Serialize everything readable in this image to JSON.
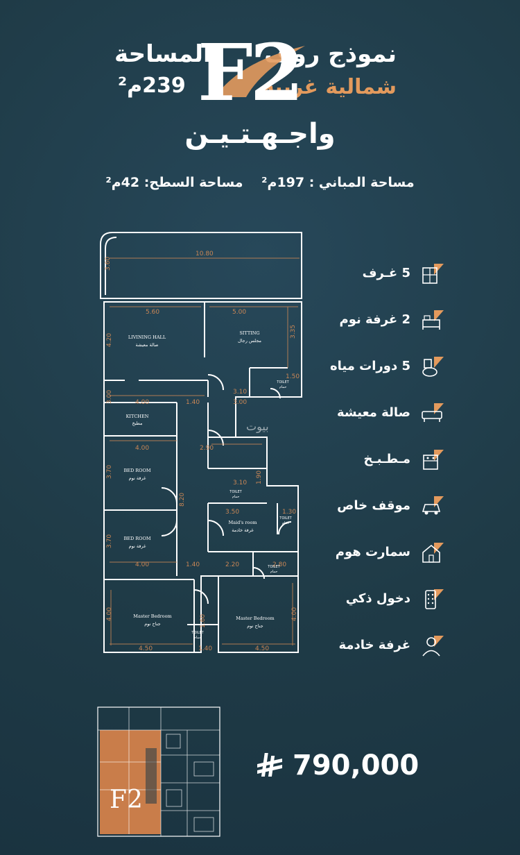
{
  "header": {
    "model_title": "نموذج روف",
    "model_sub": "شمالية غربية",
    "area_label": "المساحة",
    "area_value": "239م²",
    "model_code": "F2",
    "facades": "واجـهـتـيـن",
    "building_area": "مساحة المباني : 197م²",
    "roof_area": "مساحة السطح: 42م²"
  },
  "plan": {
    "rooms": {
      "living": {
        "en": "LIVINING HALL",
        "ar": "صالة معيشة"
      },
      "sitting": {
        "en": "SITTING",
        "ar": "مجلس رجال"
      },
      "kitchen": {
        "en": "KITCHEN",
        "ar": "مطبخ"
      },
      "bed1": {
        "en": "BED ROOM",
        "ar": "غرفة نوم"
      },
      "bed2": {
        "en": "BED ROOM",
        "ar": "غرفة نوم"
      },
      "maid": {
        "en": "Maid's room",
        "ar": "غرفة خادمة"
      },
      "master1": {
        "en": "Master Bedroom",
        "ar": "جناح نوم"
      },
      "master2": {
        "en": "Master Bedroom",
        "ar": "جناح نوم"
      },
      "toilet_en": "TOILET",
      "toilet_ar": "حمام"
    },
    "dims": {
      "d1080": "10.80",
      "d360": "3.60",
      "d560": "5.60",
      "d500": "5.00",
      "d420": "4.20",
      "d335": "3.35",
      "d150": "1.50",
      "d310": "3.10",
      "d300": "3.00",
      "d400": "4.00",
      "d140": "1.40",
      "d290": "2.90",
      "d370": "3.70",
      "d820": "8.20",
      "d190": "1.90",
      "d350": "3.50",
      "d130": "1.30",
      "d220": "2.20",
      "d280": "2.80",
      "d450": "4.50",
      "d160": "1.60"
    },
    "watermark": "بيوت"
  },
  "features": [
    {
      "label": "5 غـرف",
      "icon": "rooms-icon"
    },
    {
      "label": "2 غرفة نوم",
      "icon": "bedroom-icon"
    },
    {
      "label": "5 دورات مياه",
      "icon": "bathroom-icon"
    },
    {
      "label": "صالة معيشة",
      "icon": "living-room-icon"
    },
    {
      "label": "مـطـبـخ",
      "icon": "kitchen-icon"
    },
    {
      "label": "موقف خاص",
      "icon": "parking-icon"
    },
    {
      "label": "سمارت هوم",
      "icon": "smart-home-icon"
    },
    {
      "label": "دخول ذكي",
      "icon": "smart-entry-icon"
    },
    {
      "label": "غرفة خادمة",
      "icon": "maid-icon"
    }
  ],
  "bottom": {
    "mini_code": "F2",
    "price": "790,000",
    "currency_icon": "riyal-icon"
  },
  "colors": {
    "background": "#1f3b47",
    "accent": "#e39a5d",
    "line": "#ffffff",
    "dim_line": "#c98655"
  }
}
